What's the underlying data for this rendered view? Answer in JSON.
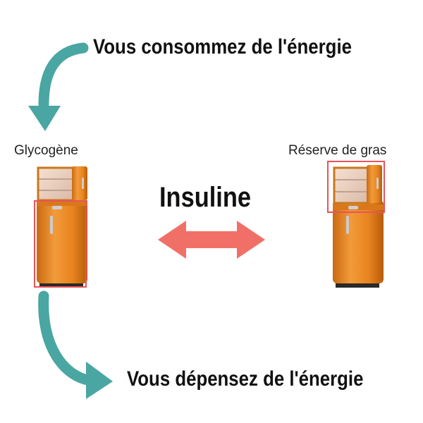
{
  "texts": {
    "consume": "Vous consommez de l'énergie",
    "spend": "Vous dépensez de l'énergie",
    "insulin": "Insuline",
    "glycogen": "Glycogène",
    "fat_reserve": "Réserve de gras"
  },
  "colors": {
    "teal_arrow": "#4aa6a3",
    "red_arrow": "#f07068",
    "highlight_box": "#e9535a",
    "fridge_orange": "#e98a2a"
  },
  "icons": {
    "fridge": "fridge-icon",
    "double_arrow": "double-arrow-icon",
    "curved_arrow": "curved-arrow-icon"
  }
}
